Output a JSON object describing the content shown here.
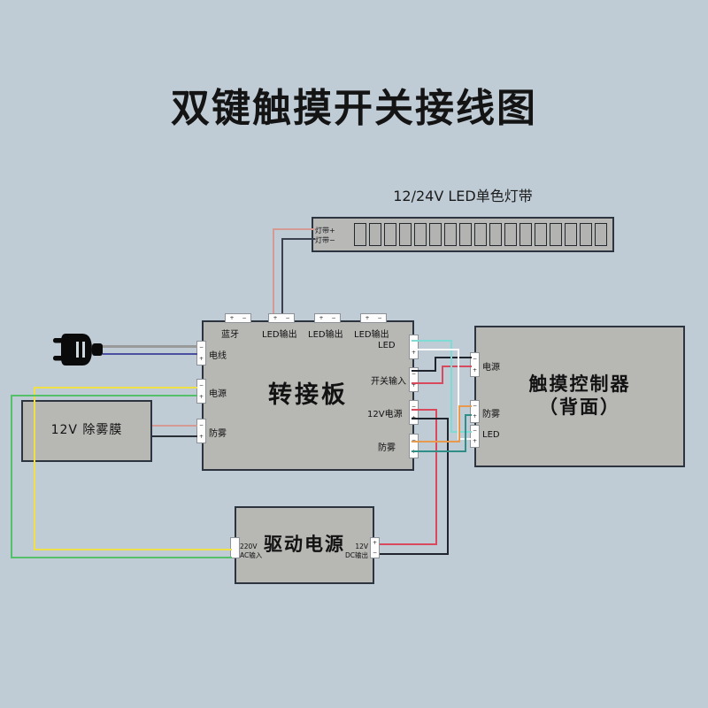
{
  "page": {
    "title": "双键触摸开关接线图",
    "background_color": "#bfccd6",
    "box_fill_color": "#b7b7b4",
    "box_border_color": "#2c3440"
  },
  "led_strip": {
    "name": "led-strip",
    "title": "12/24V LED单色灯带",
    "segment_count": 17,
    "terminals": [
      "灯带+",
      "灯带−"
    ]
  },
  "adapter_board": {
    "name": "adapter-board",
    "label": "转接板",
    "top_ports": [
      {
        "label": "蓝牙",
        "poles": [
          "+",
          "−"
        ]
      },
      {
        "label": "LED输出",
        "poles": [
          "+",
          "−"
        ]
      },
      {
        "label": "LED输出",
        "poles": [
          "+",
          "−"
        ]
      },
      {
        "label": "LED输出",
        "poles": [
          "+",
          "−"
        ]
      }
    ],
    "left_ports": [
      {
        "label": "电线",
        "poles": [
          "−",
          "+"
        ]
      },
      {
        "label": "电源",
        "poles": [
          "−",
          "+"
        ]
      },
      {
        "label": "防雾",
        "poles": [
          "−",
          "+"
        ]
      }
    ],
    "right_ports": [
      {
        "label": "LED",
        "poles": [
          "−",
          "+"
        ]
      },
      {
        "label": "开关输入",
        "poles": [
          "−",
          "+"
        ]
      },
      {
        "label": "12V电源",
        "poles": [
          "−",
          "+"
        ]
      },
      {
        "label": "防雾",
        "poles": [
          "−",
          "+"
        ]
      }
    ]
  },
  "touch_controller": {
    "name": "touch-controller",
    "label_line1": "触摸控制器",
    "label_line2": "（背面）",
    "left_ports": [
      {
        "label": "电源",
        "poles": [
          "−",
          "+"
        ]
      },
      {
        "label": "防雾",
        "poles": [
          "−",
          "+"
        ]
      },
      {
        "label": "LED",
        "poles": [
          "−",
          "+"
        ]
      }
    ]
  },
  "driver_power": {
    "name": "driver-power-supply",
    "label": "驱动电源",
    "input_label_line1": "220V",
    "input_label_line2": "AC输入",
    "output_label_line1": "12V",
    "output_label_line2": "DC输出"
  },
  "defogger": {
    "name": "defogger-film",
    "label": "12V 除雾膜"
  },
  "ac_plug": {
    "name": "ac-power-plug",
    "icon": "plug-icon"
  },
  "wire_colors": {
    "led_positive": "#d49a94",
    "led_negative": "#3a4050",
    "ac_live": "#9a9a9a",
    "ac_neutral": "#4a4fa0",
    "green": "#54c16a",
    "yellow": "#efe04a",
    "cyan": "#7fdcd4",
    "white": "#fafafa",
    "orange": "#e79a4e",
    "teal": "#2f8f86",
    "red": "#d8495e",
    "black": "#20242c"
  }
}
